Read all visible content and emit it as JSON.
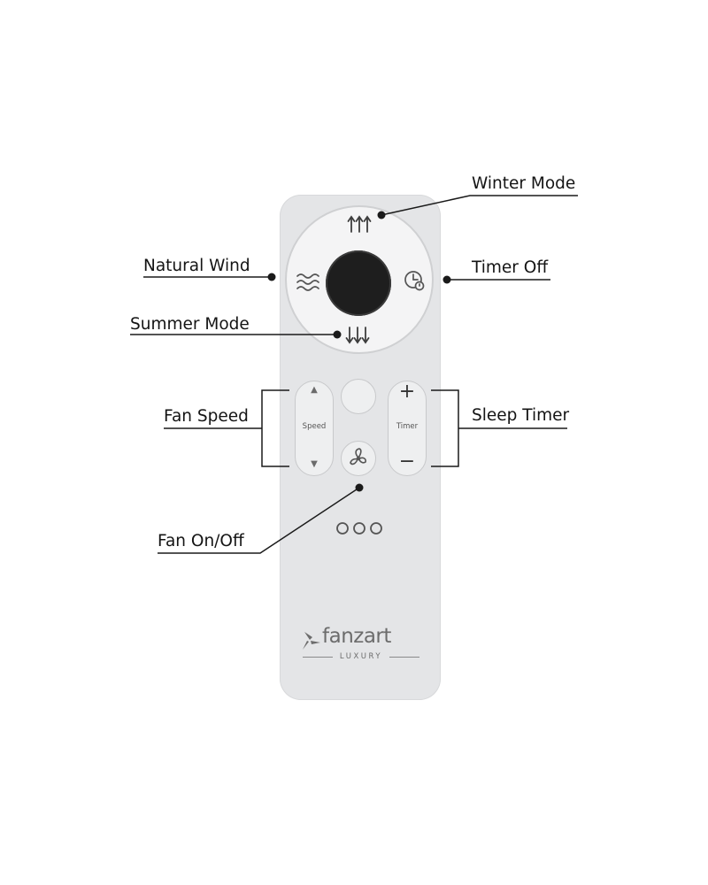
{
  "callouts": {
    "winter_mode": "Winter Mode",
    "natural_wind": "Natural Wind",
    "timer_off": "Timer Off",
    "summer_mode": "Summer Mode",
    "fan_speed": "Fan Speed",
    "sleep_timer": "Sleep Timer",
    "fan_on_off": "Fan On/Off"
  },
  "remote": {
    "speed_label": "Speed",
    "timer_label": "Timer",
    "plus_glyph": "+",
    "minus_glyph": "−",
    "brand_name": "fanzart",
    "brand_sub": "LUXURY"
  },
  "icons": {
    "winter": "winter-mode-icon",
    "summer": "summer-mode-icon",
    "natural_wind": "natural-wind-icon",
    "timer_off": "timer-off-icon",
    "fan": "fan-icon",
    "speed_up": "arrow-up-icon",
    "speed_down": "arrow-down-icon"
  },
  "colors": {
    "remote_body": "#e4e5e7",
    "dial_face": "#f4f4f5",
    "center_button": "#1e1e1e",
    "callout_line": "#1a1a1a"
  }
}
